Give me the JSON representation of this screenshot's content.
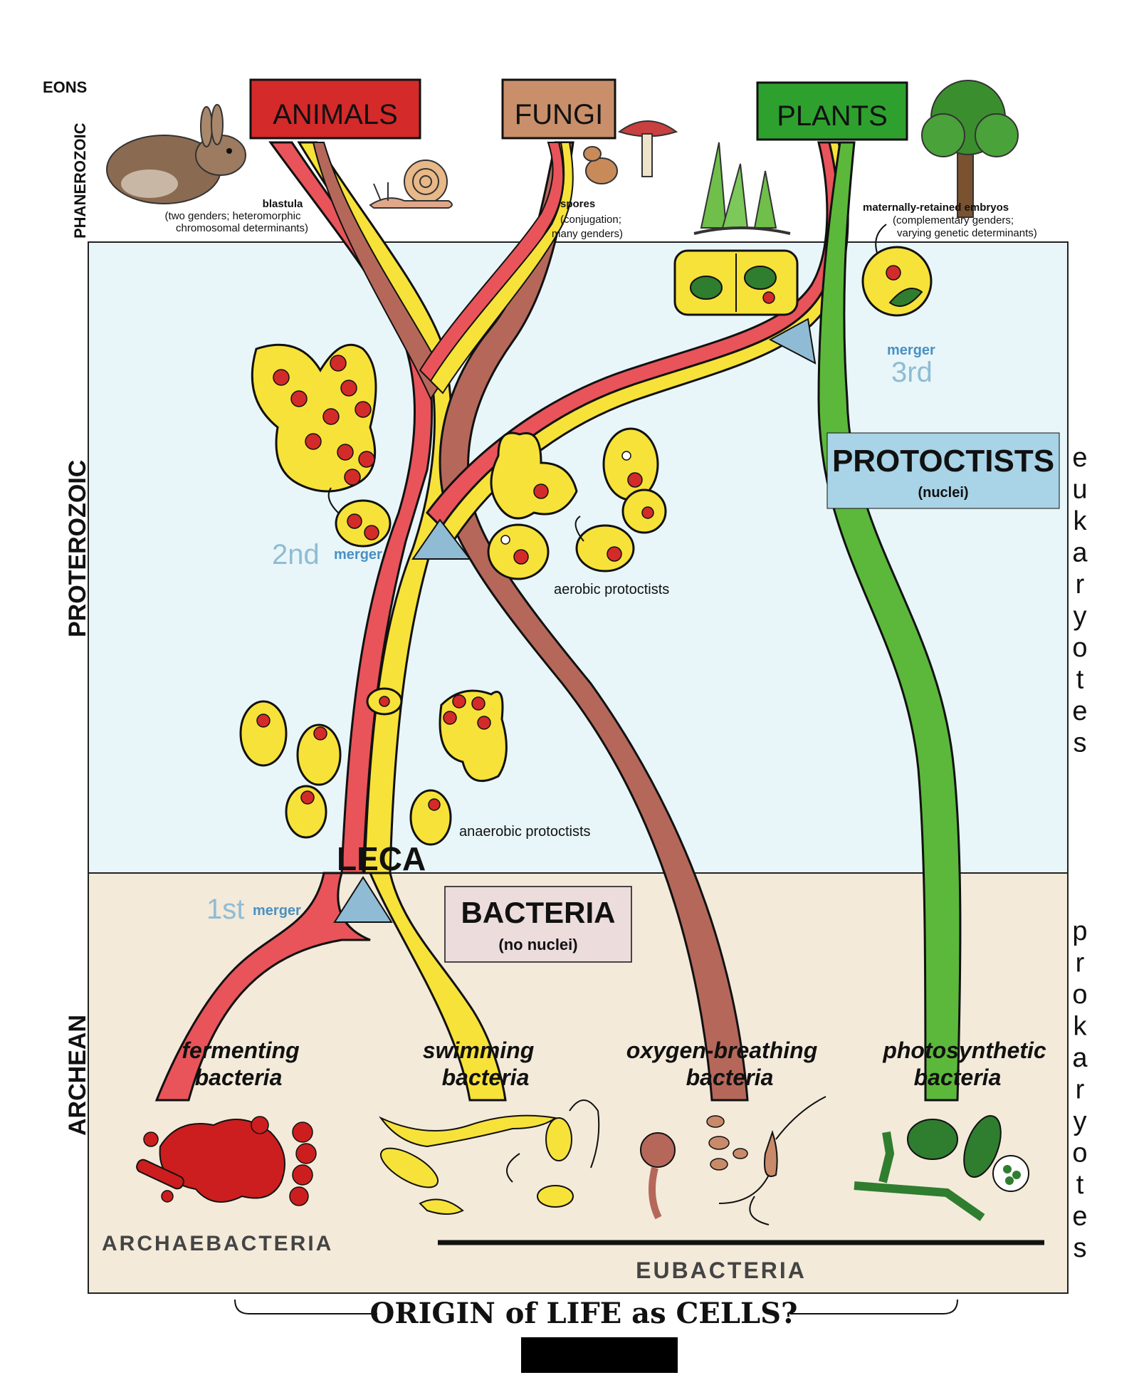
{
  "eons": {
    "header": "EONS",
    "phanerozoic": "PHANEROZOIC",
    "proterozoic": "PROTEROZOIC",
    "archean": "ARCHEAN"
  },
  "kingdoms": {
    "animals": "ANIMALS",
    "fungi": "FUNGI",
    "plants": "PLANTS"
  },
  "notes": {
    "blastula_title": "blastula",
    "blastula_line1": "(two genders; heteromorphic",
    "blastula_line2": "chromosomal determinants)",
    "spores_title": "spores",
    "spores_line1": "(conjugation;",
    "spores_line2": "many genders)",
    "embryos_title": "maternally-retained embryos",
    "embryos_line1": "(complementary genders;",
    "embryos_line2": "varying genetic determinants)"
  },
  "mergers": {
    "third_word": "merger",
    "third_ordinal": "3rd",
    "second_ordinal": "2nd",
    "second_word": "merger",
    "first_ordinal": "1st",
    "first_word": "merger"
  },
  "protoctists": {
    "title": "PROTOCTISTS",
    "subtitle": "(nuclei)",
    "aerobic": "aerobic protoctists",
    "anaerobic": "anaerobic protoctists"
  },
  "leca": "LECA",
  "bacteria_box": {
    "title": "BACTERIA",
    "subtitle": "(no nuclei)"
  },
  "bacteria_types": {
    "fermenting_1": "fermenting",
    "fermenting_2": "bacteria",
    "swimming_1": "swimming",
    "swimming_2": "bacteria",
    "oxygen_1": "oxygen-breathing",
    "oxygen_2": "bacteria",
    "photo_1": "photosynthetic",
    "photo_2": "bacteria"
  },
  "domains": {
    "archaebacteria": "ARCHAEBACTERIA",
    "eubacteria": "EUBACTERIA"
  },
  "side_labels": {
    "eukaryotes": "eukaryotes",
    "prokaryotes": "prokaryotes"
  },
  "origin": "ORIGIN of LIFE as CELLS?",
  "colors": {
    "red": "#e8545a",
    "yellow": "#f7e23a",
    "brown": "#b5685a",
    "green": "#5cb83a",
    "animals_box": "#d42a2a",
    "fungi_box": "#c98f6a",
    "plants_box": "#2ea02e",
    "proterozoic_bg": "#e8f6f9",
    "archean_bg": "#f3eada",
    "merger_blue": "#8fbcd4",
    "protoctists_box": "#a9d3e6",
    "bacteria_box": "#ecdcdc"
  }
}
